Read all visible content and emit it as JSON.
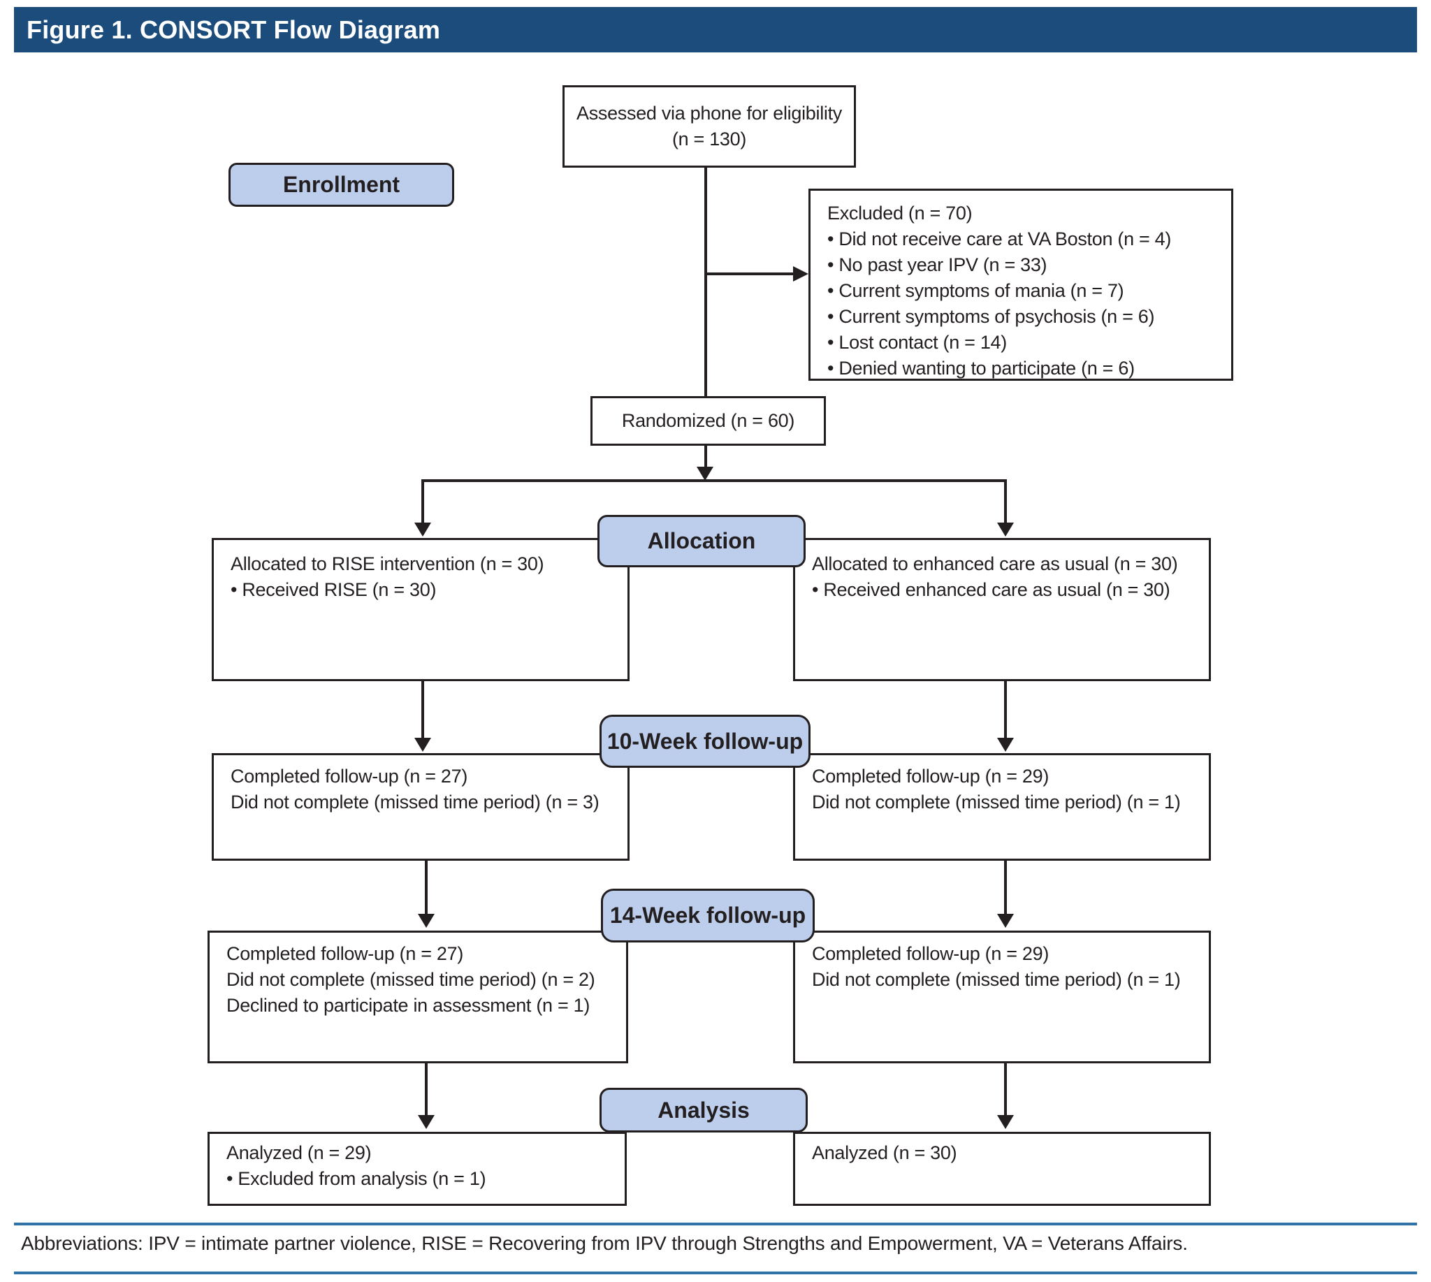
{
  "header": {
    "title": "Figure 1. CONSORT Flow Diagram"
  },
  "stages": {
    "enrollment": "Enrollment",
    "allocation": "Allocation",
    "week10": "10-Week follow-up",
    "week14": "14-Week follow-up",
    "analysis": "Analysis"
  },
  "boxes": {
    "assessed": "Assessed via phone for eligibility (n = 130)",
    "excluded": {
      "title": "Excluded (n = 70)",
      "items": [
        "• Did not receive care at VA Boston (n = 4)",
        "• No past year IPV (n = 33)",
        "• Current symptoms of mania (n = 7)",
        "• Current symptoms of psychosis (n = 6)",
        "• Lost contact (n = 14)",
        "• Denied wanting to participate (n = 6)"
      ]
    },
    "randomized": "Randomized (n = 60)",
    "alloc_left": [
      "Allocated to RISE intervention (n = 30)",
      "• Received RISE (n = 30)"
    ],
    "alloc_right": [
      "Allocated to enhanced care as usual (n = 30)",
      "• Received enhanced care as usual (n = 30)"
    ],
    "week10_left": [
      "Completed follow-up (n = 27)",
      "Did not complete (missed time period) (n = 3)"
    ],
    "week10_right": [
      "Completed follow-up (n = 29)",
      "Did not complete (missed time period) (n = 1)"
    ],
    "week14_left": [
      "Completed follow-up (n = 27)",
      "Did not complete (missed time period) (n = 2)",
      "Declined to participate in assessment (n = 1)"
    ],
    "week14_right": [
      "Completed follow-up (n = 29)",
      "Did not complete (missed time period) (n = 1)"
    ],
    "analysis_left": [
      "Analyzed (n = 29)",
      "• Excluded from analysis (n = 1)"
    ],
    "analysis_right": [
      "Analyzed (n = 30)"
    ]
  },
  "footer": {
    "abbreviations": "Abbreviations: IPV = intimate partner violence, RISE = Recovering from IPV through Strengths and Empowerment, VA = Veterans Affairs."
  },
  "colors": {
    "header_bg": "#1c4c7c",
    "stage_fill": "#bdcdec",
    "box_border": "#231f20",
    "footer_line": "#2f72a7"
  }
}
